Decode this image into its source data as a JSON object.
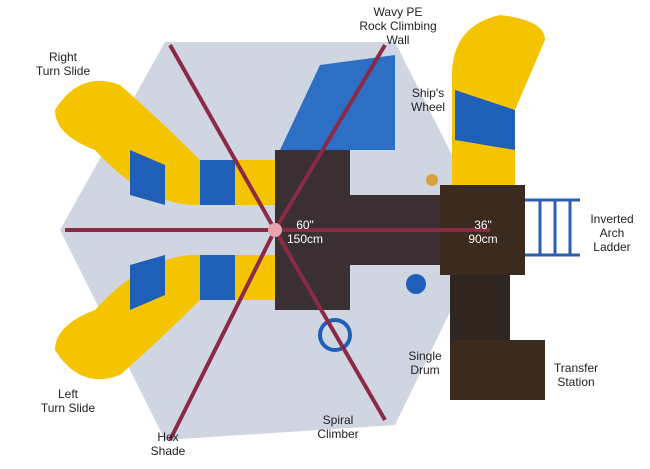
{
  "labels": {
    "right_turn_slide": [
      "Right",
      "Turn Slide"
    ],
    "rock_wall": [
      "Wavy PE",
      "Rock Climbing",
      "Wall"
    ],
    "ships_wheel": [
      "Ship's",
      "Wheel"
    ],
    "inverted_arch_ladder": [
      "Inverted",
      "Arch",
      "Ladder"
    ],
    "single_drum": [
      "Single",
      "Drum"
    ],
    "transfer_station": [
      "Transfer",
      "Station"
    ],
    "left_turn_slide": [
      "Left",
      "Turn Slide"
    ],
    "hex_shade": [
      "Hex",
      "Shade"
    ],
    "spiral_climber": [
      "Spiral",
      "Climber"
    ]
  },
  "dimensions": {
    "deck_high": [
      "60\"",
      "150cm"
    ],
    "deck_low": [
      "36\"",
      "90cm"
    ]
  },
  "colors": {
    "slide_yellow": "#f5c400",
    "slide_blue": "#1f5fb8",
    "deck": "#3a2f2a",
    "pole": "#8a2a45",
    "shade": "#c8cfdc"
  }
}
